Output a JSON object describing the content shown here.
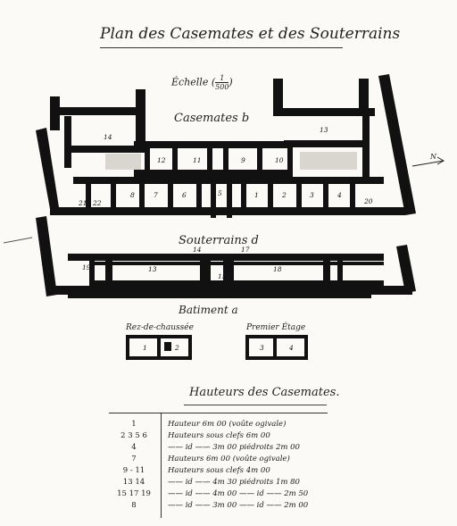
{
  "title": "Plan des Casemates et des Souterrains",
  "scale": {
    "label": "Échelle",
    "num": "1",
    "den": "500"
  },
  "casemates": {
    "title": "Casemates b",
    "rooms": [
      "14",
      "13",
      "12",
      "11",
      "9",
      "10",
      "8",
      "7",
      "6",
      "5",
      "1",
      "2",
      "3",
      "4",
      "20",
      "21",
      "22"
    ]
  },
  "souterrains": {
    "title": "Souterrains d",
    "rooms": [
      "19",
      "13",
      "14",
      "17",
      "15",
      "18"
    ]
  },
  "batiment": {
    "title": "Batiment a",
    "ground": {
      "title": "Rez-de-chaussée",
      "rooms": [
        "1",
        "2"
      ]
    },
    "first": {
      "title": "Premier Étage",
      "rooms": [
        "3",
        "4"
      ]
    }
  },
  "compass": "N",
  "heights": {
    "title": "Hauteurs des Casemates.",
    "rows": [
      {
        "rooms": "1",
        "desc": "Hauteur 6m 00 (voûte ogivale)"
      },
      {
        "rooms": "2 3 5 6",
        "desc": "Hauteurs sous clefs 6m 00"
      },
      {
        "rooms": "4",
        "desc": "—— id —— 3m 00 piédroits 2m 00"
      },
      {
        "rooms": "7",
        "desc": "Hauteurs 6m 00 (voûte ogivale)"
      },
      {
        "rooms": "9 - 11",
        "desc": "Hauteurs sous clefs 4m 00"
      },
      {
        "rooms": "13 14",
        "desc": "—— id —— 4m 30 piédroits 1m 80"
      },
      {
        "rooms": "15 17 19",
        "desc": "—— id —— 4m 00 —— id —— 2m 50"
      },
      {
        "rooms": "8",
        "desc": "—— id —— 3m 00 —— id —— 2m 00"
      }
    ]
  }
}
